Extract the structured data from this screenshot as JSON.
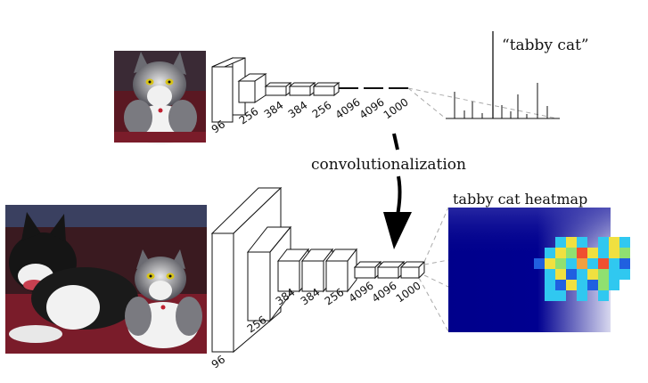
{
  "top": {
    "photo": "tabby-cat-photo",
    "layer_labels": [
      "96",
      "256",
      "384",
      "384",
      "256",
      "4096",
      "4096",
      "1000"
    ],
    "output_label": "“tabby cat”"
  },
  "middle": {
    "step_label": "convolutionalization"
  },
  "bottom": {
    "photo": "dog-and-cat-photo",
    "layer_labels": [
      "96",
      "256",
      "384",
      "384",
      "256",
      "4096",
      "4096",
      "1000"
    ],
    "heatmap_title": "tabby cat heatmap"
  },
  "colors": {
    "heatmap_bg_dark": "#00008b",
    "heatmap_bg_light": "#d8d8ef",
    "arrow": "#000000"
  }
}
